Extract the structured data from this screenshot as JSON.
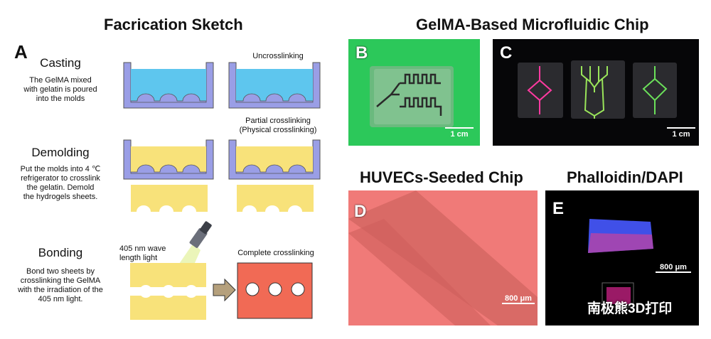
{
  "sketch": {
    "title": "Facrication Sketch",
    "panel_letter": "A",
    "steps": [
      {
        "name": "Casting",
        "desc": [
          "The GelMA mixed",
          "with gelatin is poured",
          "into the molds"
        ]
      },
      {
        "name": "Demolding",
        "desc": [
          "Put the molds into 4 ℃",
          "refrigerator to crosslink",
          "the gelatin. Demold",
          "the hydrogels sheets."
        ]
      },
      {
        "name": "Bonding",
        "desc": [
          "Bond two sheets by",
          "crosslinking the GelMA",
          "with the irradiation of the",
          "405 nm light."
        ]
      }
    ],
    "labels": {
      "uncrosslinking": "Uncrosslinking",
      "partial": [
        "Partial crosslinking",
        "(Physical crosslinking)"
      ],
      "light": [
        "405 nm wave",
        "length light"
      ],
      "complete": "Complete crosslinking"
    }
  },
  "chip": {
    "title": "GelMA-Based Microfluidic Chip",
    "b": {
      "letter": "B",
      "scale": "1 cm"
    },
    "c": {
      "letter": "C",
      "scale": "1 cm"
    }
  },
  "huvec": {
    "title": "HUVECs-Seeded Chip",
    "letter": "D",
    "scale": "800 μm"
  },
  "phalloidin": {
    "title": "Phalloidin/DAPI",
    "letter": "E",
    "scale": "800 μm"
  },
  "watermark": "南极熊3D打印",
  "colors": {
    "mold": "#9a9ee6",
    "gel_blue": "#5ec6ee",
    "gel_yellow": "#f8e27a",
    "complete": "#f16a55",
    "panel_green": "#2cc85a"
  }
}
